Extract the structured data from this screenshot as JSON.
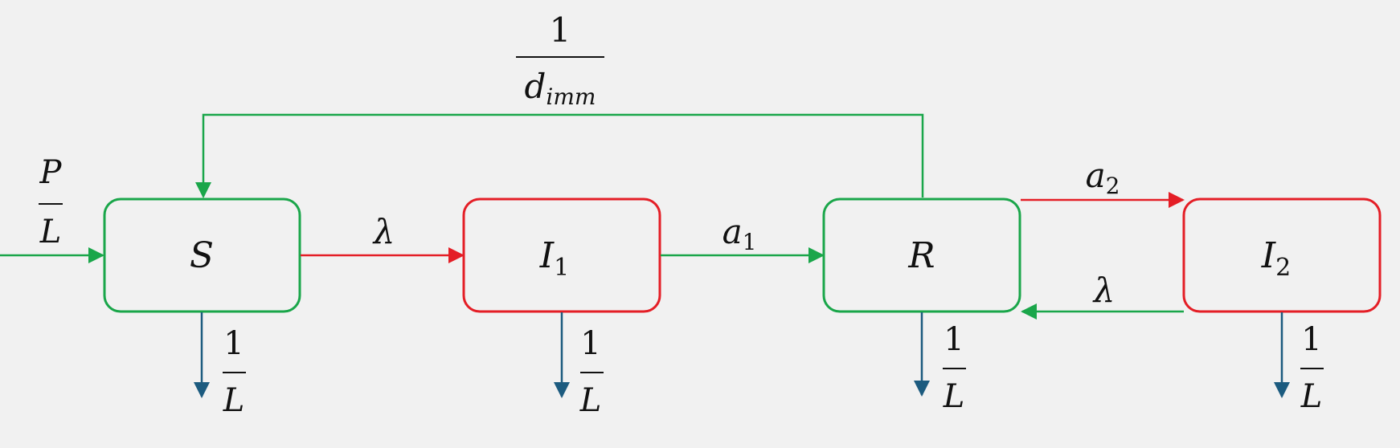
{
  "diagram": {
    "compartments": {
      "S": {
        "symbol": "S",
        "subscript": ""
      },
      "I1": {
        "symbol": "I",
        "subscript": "1"
      },
      "R": {
        "symbol": "R",
        "subscript": ""
      },
      "I2": {
        "symbol": "I",
        "subscript": "2"
      }
    },
    "rates": {
      "inflow": {
        "numerator": "P",
        "denominator": "L"
      },
      "immunity_loss": {
        "numerator": "1",
        "denominator": "d",
        "denominator_subscript": "imm"
      },
      "infection_S_I1": "λ",
      "recovery_I1_R": {
        "symbol": "a",
        "subscript": "1"
      },
      "infection_R_I2": {
        "symbol": "a",
        "subscript": "2"
      },
      "recovery_I2_R": "λ",
      "death_S": {
        "numerator": "1",
        "denominator": "L"
      },
      "death_I1": {
        "numerator": "1",
        "denominator": "L"
      },
      "death_R": {
        "numerator": "1",
        "denominator": "L"
      },
      "death_I2": {
        "numerator": "1",
        "denominator": "L"
      }
    },
    "colors": {
      "susceptible_recovered": "#1aa64a",
      "infected": "#e41e26",
      "death_flow": "#1c5b7f",
      "text": "#111111",
      "background": "#f1f1f1"
    }
  }
}
